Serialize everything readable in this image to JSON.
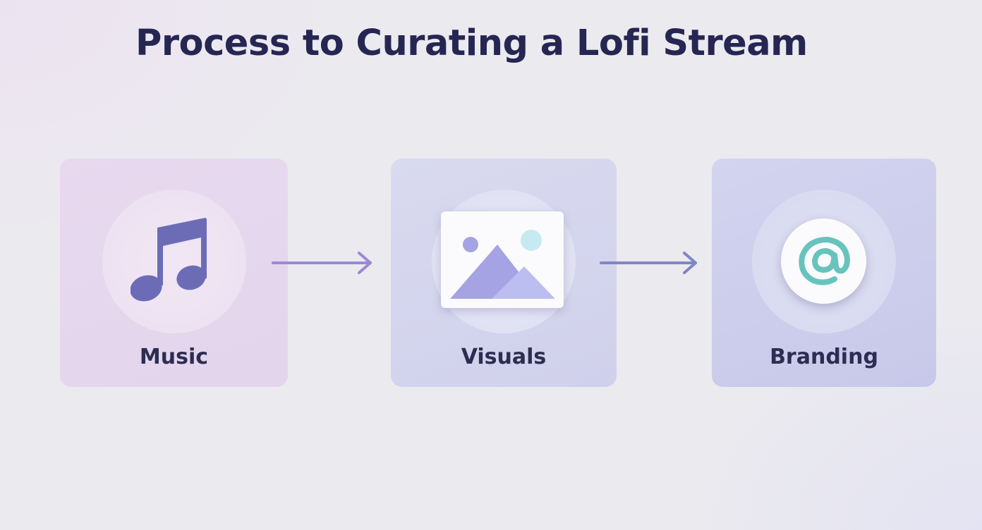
{
  "title": "Process to Curating a Lofi Stream",
  "steps": [
    {
      "label": "Music",
      "icon": "music-note-icon"
    },
    {
      "label": "Visuals",
      "icon": "image-icon"
    },
    {
      "label": "Branding",
      "icon": "at-sign-icon"
    }
  ],
  "colors": {
    "title_text": "#262653",
    "label_text": "#2d2d52",
    "music_icon": "#6c6cb6",
    "visuals_icon": "#a5a3e3",
    "branding_icon": "#68c3be",
    "arrow_1": "#9c88d8",
    "arrow_2": "#7f86c6"
  }
}
